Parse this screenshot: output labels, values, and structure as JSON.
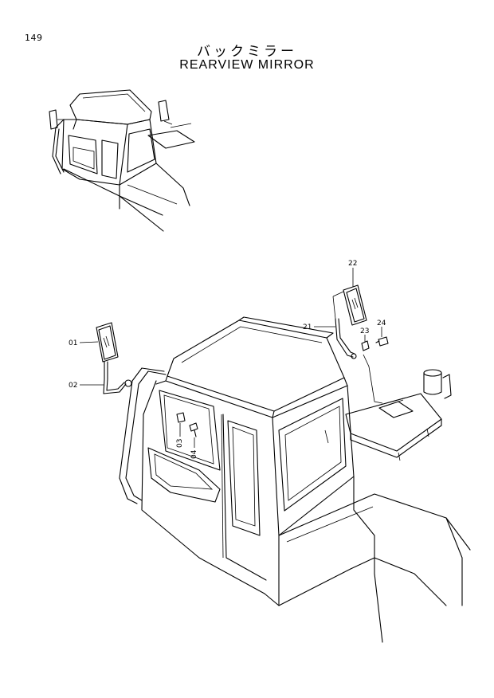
{
  "page": {
    "number": "149"
  },
  "title": {
    "japanese": "バックミラー",
    "english": "REARVIEW MIRROR"
  },
  "callouts": [
    {
      "id": "01",
      "part": "mirror-left"
    },
    {
      "id": "02",
      "part": "mirror-stay-left"
    },
    {
      "id": "03",
      "part": "nut"
    },
    {
      "id": "04",
      "part": "bolt"
    },
    {
      "id": "21",
      "part": "mirror-stay-right"
    },
    {
      "id": "22",
      "part": "mirror-right"
    },
    {
      "id": "23",
      "part": "nut"
    },
    {
      "id": "24",
      "part": "bolt"
    }
  ]
}
